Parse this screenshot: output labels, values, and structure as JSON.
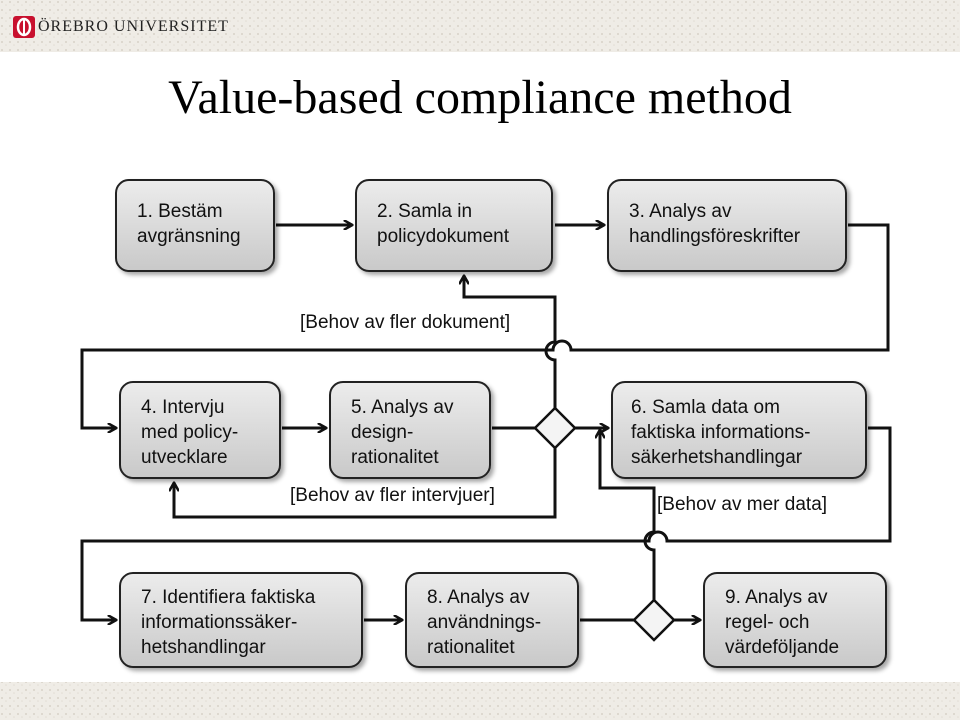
{
  "header": {
    "university": "ÖREBRO UNIVERSITET",
    "logo_icon": "orebro-university-logo"
  },
  "slide": {
    "title": "Value-based compliance method"
  },
  "steps": [
    {
      "text": "1. Bestäm\navgränsning"
    },
    {
      "text": "2. Samla in\npolicydokument"
    },
    {
      "text": "3. Analys av\nhandlingsföreskrifter"
    },
    {
      "text": "4. Intervju\nmed policy-\nutvecklare"
    },
    {
      "text": "5. Analys av\ndesign-\nrationalitet"
    },
    {
      "text": "6. Samla data om\nfaktiska informations-\nsäkerhetshandlingar"
    },
    {
      "text": "7. Identifiera faktiska\ninformationssäker-\nhetshandlingar"
    },
    {
      "text": "8. Analys av\nanvändnings-\nrationalitet"
    },
    {
      "text": "9. Analys av\nregel- och\nvärdeföljande"
    }
  ],
  "guards": {
    "more_documents": "[Behov av fler dokument]",
    "more_interviews": "[Behov av fler intervjuer]",
    "more_data": "[Behov av mer data]"
  },
  "colors": {
    "box_fill_top": "#ececec",
    "box_fill_bottom": "#c9c9c9",
    "line": "#111111",
    "texture": "#ddd8d0"
  }
}
